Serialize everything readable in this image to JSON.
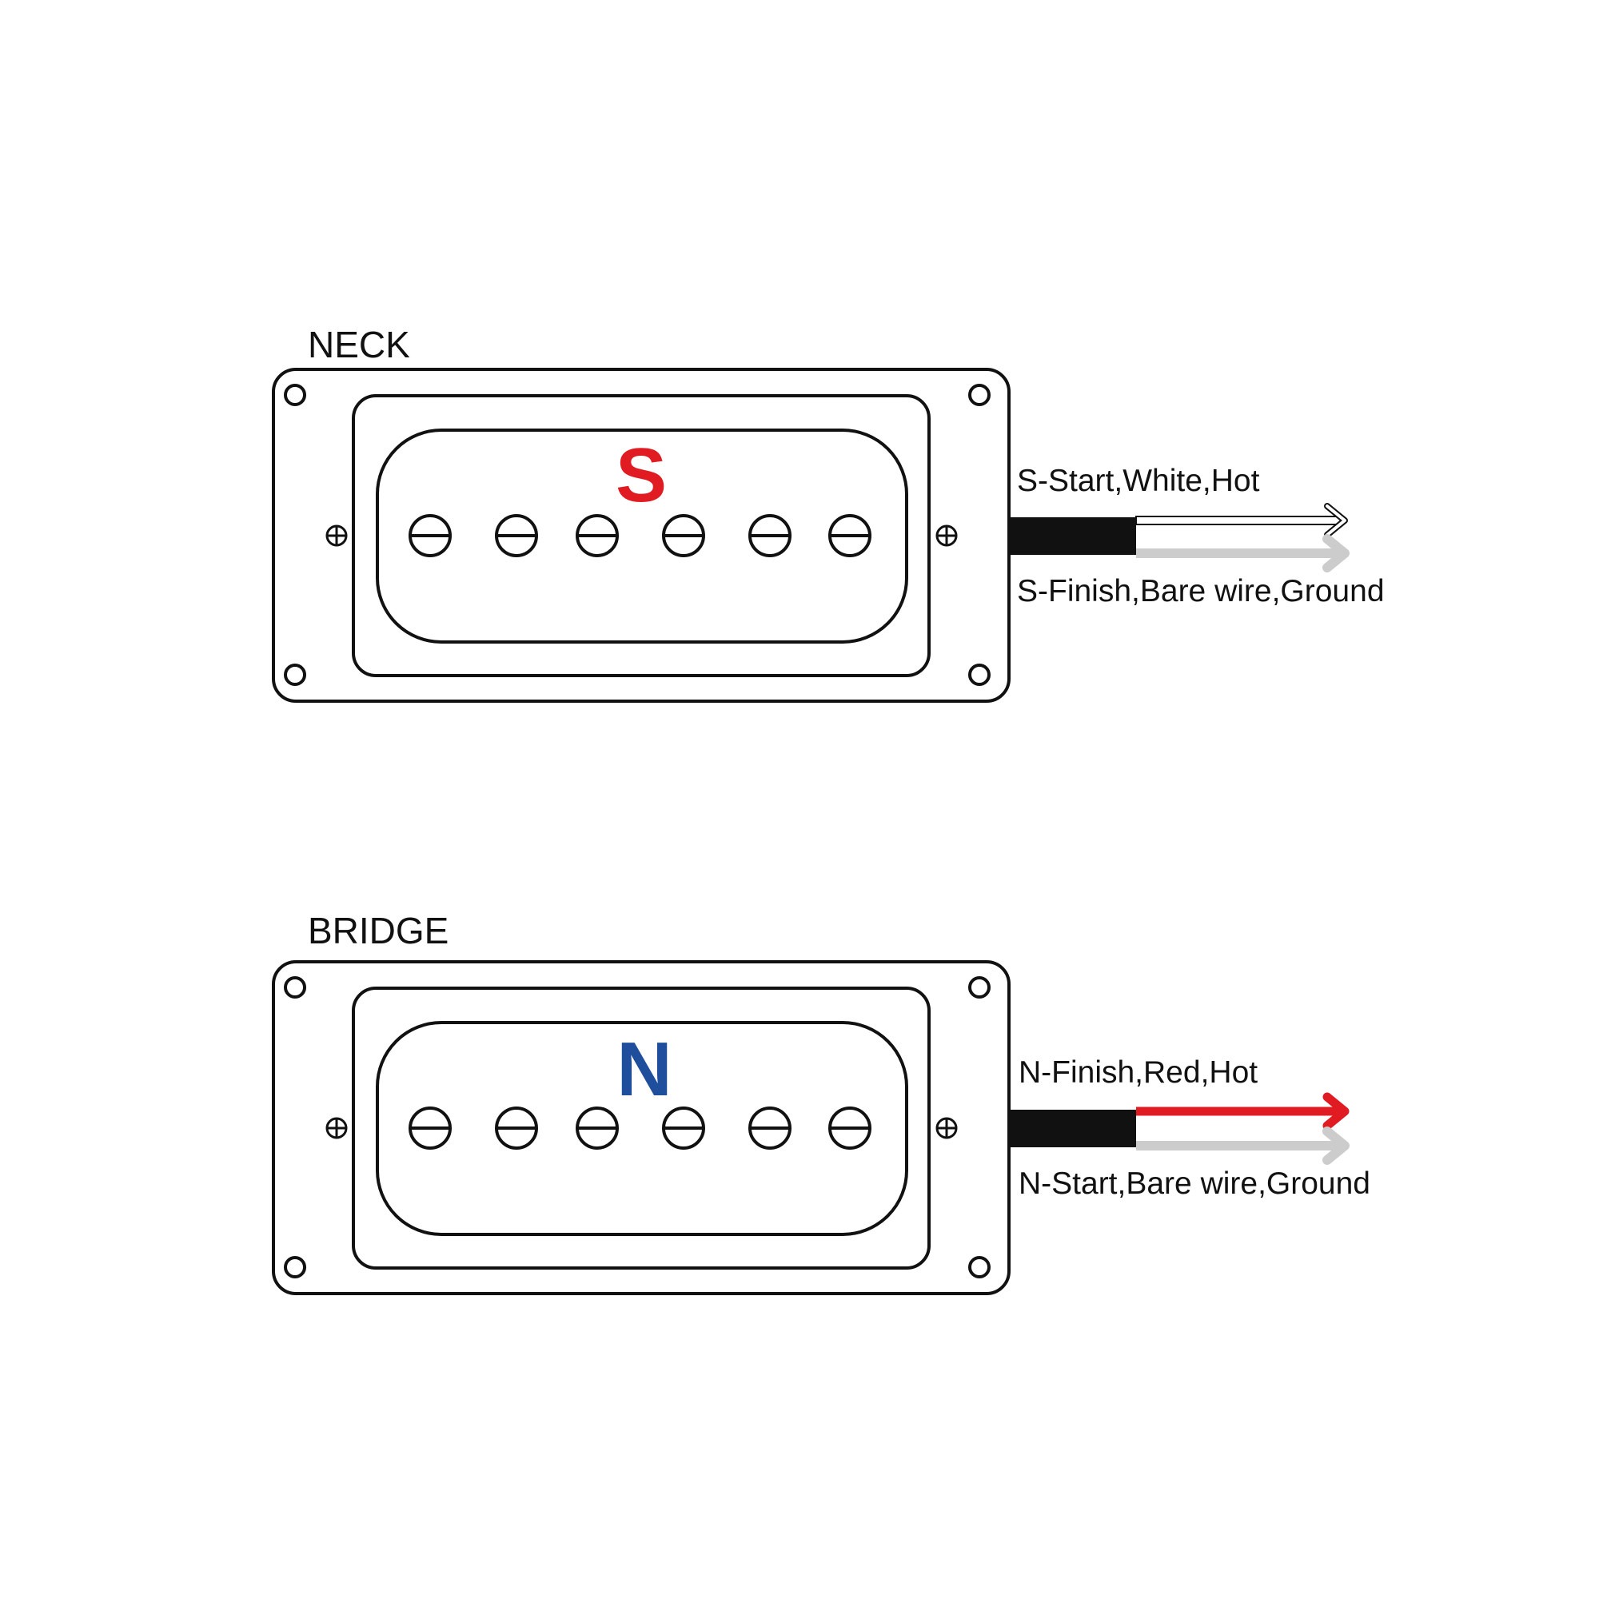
{
  "colors": {
    "background": "#ffffff",
    "outline": "#111111",
    "south_pole": "#e11b22",
    "north_pole": "#1f4e9c",
    "cable": "#111111",
    "white_wire": "#ffffff",
    "bare_wire": "#cccccc",
    "red_wire": "#e11b22"
  },
  "pickups": [
    {
      "title": "NECK",
      "pole_letter": "S",
      "pole_color": "#e11b22",
      "pole_piece_count": 6,
      "wires": [
        {
          "label": "S-Start,White,Hot",
          "color": "#ffffff",
          "role": "hot"
        },
        {
          "label": "S-Finish,Bare wire,Ground",
          "color": "#cccccc",
          "role": "ground"
        }
      ]
    },
    {
      "title": "BRIDGE",
      "pole_letter": "N",
      "pole_color": "#1f4e9c",
      "pole_piece_count": 6,
      "wires": [
        {
          "label": "N-Finish,Red,Hot",
          "color": "#e11b22",
          "role": "hot"
        },
        {
          "label": "N-Start,Bare wire,Ground",
          "color": "#cccccc",
          "role": "ground"
        }
      ]
    }
  ]
}
